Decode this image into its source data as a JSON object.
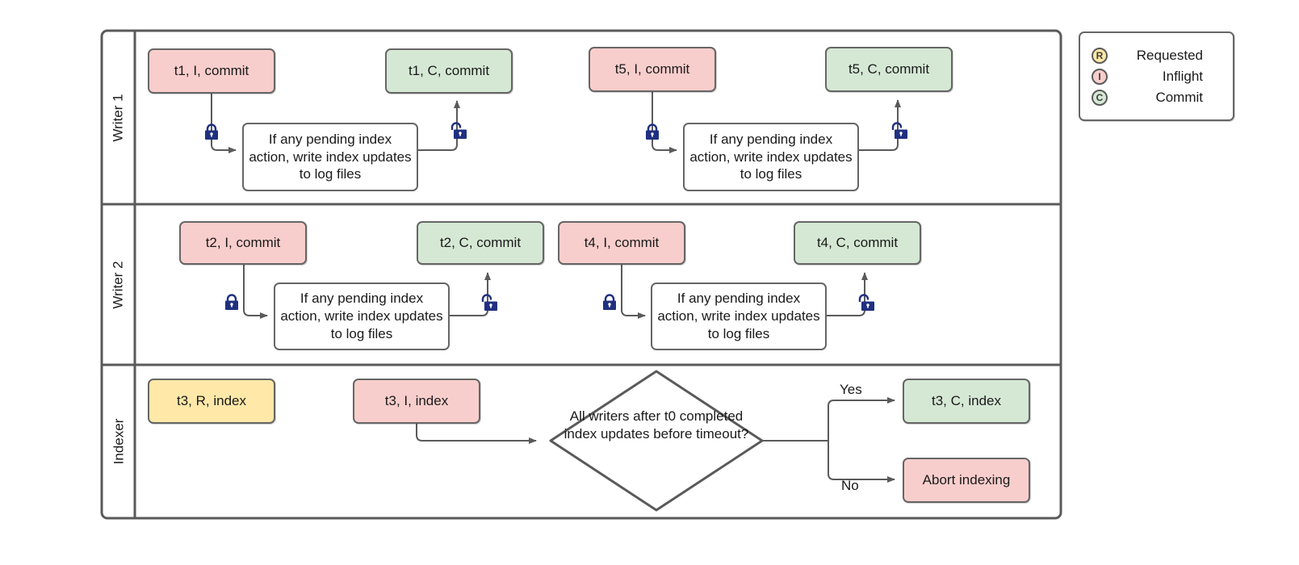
{
  "diagram": {
    "title": "Writer / Indexer concurrency swimlane",
    "colors": {
      "pink": "#f8cecc",
      "green": "#d5e8d4",
      "yellow": "#ffe8a8",
      "border": "#666666",
      "lock": "#203080",
      "text": "#1a1a1a"
    }
  },
  "lanes": [
    {
      "id": "writer-1",
      "label": "Writer 1"
    },
    {
      "id": "writer-2",
      "label": "Writer 2"
    },
    {
      "id": "indexer",
      "label": "Indexer"
    }
  ],
  "writer1": {
    "nodes": [
      {
        "id": "w1-t1-i",
        "label": "t1, I, commit",
        "color": "pink"
      },
      {
        "id": "w1-t1-c",
        "label": "t1, C, commit",
        "color": "green"
      },
      {
        "id": "w1-t5-i",
        "label": "t5, I, commit",
        "color": "pink"
      },
      {
        "id": "w1-t5-c",
        "label": "t5, C, commit",
        "color": "green"
      },
      {
        "id": "w1-proc-1",
        "label": "If any pending index action, write index updates to log files",
        "color": "white"
      },
      {
        "id": "w1-proc-2",
        "label": "If any pending index action, write index updates to log files",
        "color": "white"
      }
    ]
  },
  "writer2": {
    "nodes": [
      {
        "id": "w2-t2-i",
        "label": "t2, I, commit",
        "color": "pink"
      },
      {
        "id": "w2-t2-c",
        "label": "t2, C, commit",
        "color": "green"
      },
      {
        "id": "w2-t4-i",
        "label": "t4, I, commit",
        "color": "pink"
      },
      {
        "id": "w2-t4-c",
        "label": "t4, C, commit",
        "color": "green"
      },
      {
        "id": "w2-proc-1",
        "label": "If any pending index action, write index updates to log files",
        "color": "white"
      },
      {
        "id": "w2-proc-2",
        "label": "If any pending index action, write index updates to log files",
        "color": "white"
      }
    ]
  },
  "indexer": {
    "nodes": [
      {
        "id": "ix-t3-r",
        "label": "t3, R, index",
        "color": "yellow"
      },
      {
        "id": "ix-t3-i",
        "label": "t3, I, index",
        "color": "pink"
      },
      {
        "id": "ix-t3-c",
        "label": "t3, C, index",
        "color": "green"
      },
      {
        "id": "ix-abort",
        "label": "Abort indexing",
        "color": "pink"
      }
    ],
    "decision": {
      "id": "ix-decision",
      "label": "All writers after t0 completed index updates before timeout?"
    },
    "branches": [
      {
        "id": "branch-yes",
        "label": "Yes"
      },
      {
        "id": "branch-no",
        "label": "No"
      }
    ]
  },
  "locks": [
    {
      "id": "w1-lock-acquire-1",
      "state": "locked",
      "name": "lock-closed-icon"
    },
    {
      "id": "w1-lock-release-1",
      "state": "unlocked",
      "name": "lock-open-icon"
    },
    {
      "id": "w1-lock-acquire-2",
      "state": "locked",
      "name": "lock-closed-icon"
    },
    {
      "id": "w1-lock-release-2",
      "state": "unlocked",
      "name": "lock-open-icon"
    },
    {
      "id": "w2-lock-acquire-1",
      "state": "locked",
      "name": "lock-closed-icon"
    },
    {
      "id": "w2-lock-release-1",
      "state": "unlocked",
      "name": "lock-open-icon"
    },
    {
      "id": "w2-lock-acquire-2",
      "state": "locked",
      "name": "lock-closed-icon"
    },
    {
      "id": "w2-lock-release-2",
      "state": "unlocked",
      "name": "lock-open-icon"
    }
  ],
  "legend": {
    "items": [
      {
        "symbol": "R",
        "label": "Requested",
        "color": "yellow"
      },
      {
        "symbol": "I",
        "label": "Inflight",
        "color": "pink"
      },
      {
        "symbol": "C",
        "label": "Commit",
        "color": "green"
      }
    ]
  }
}
